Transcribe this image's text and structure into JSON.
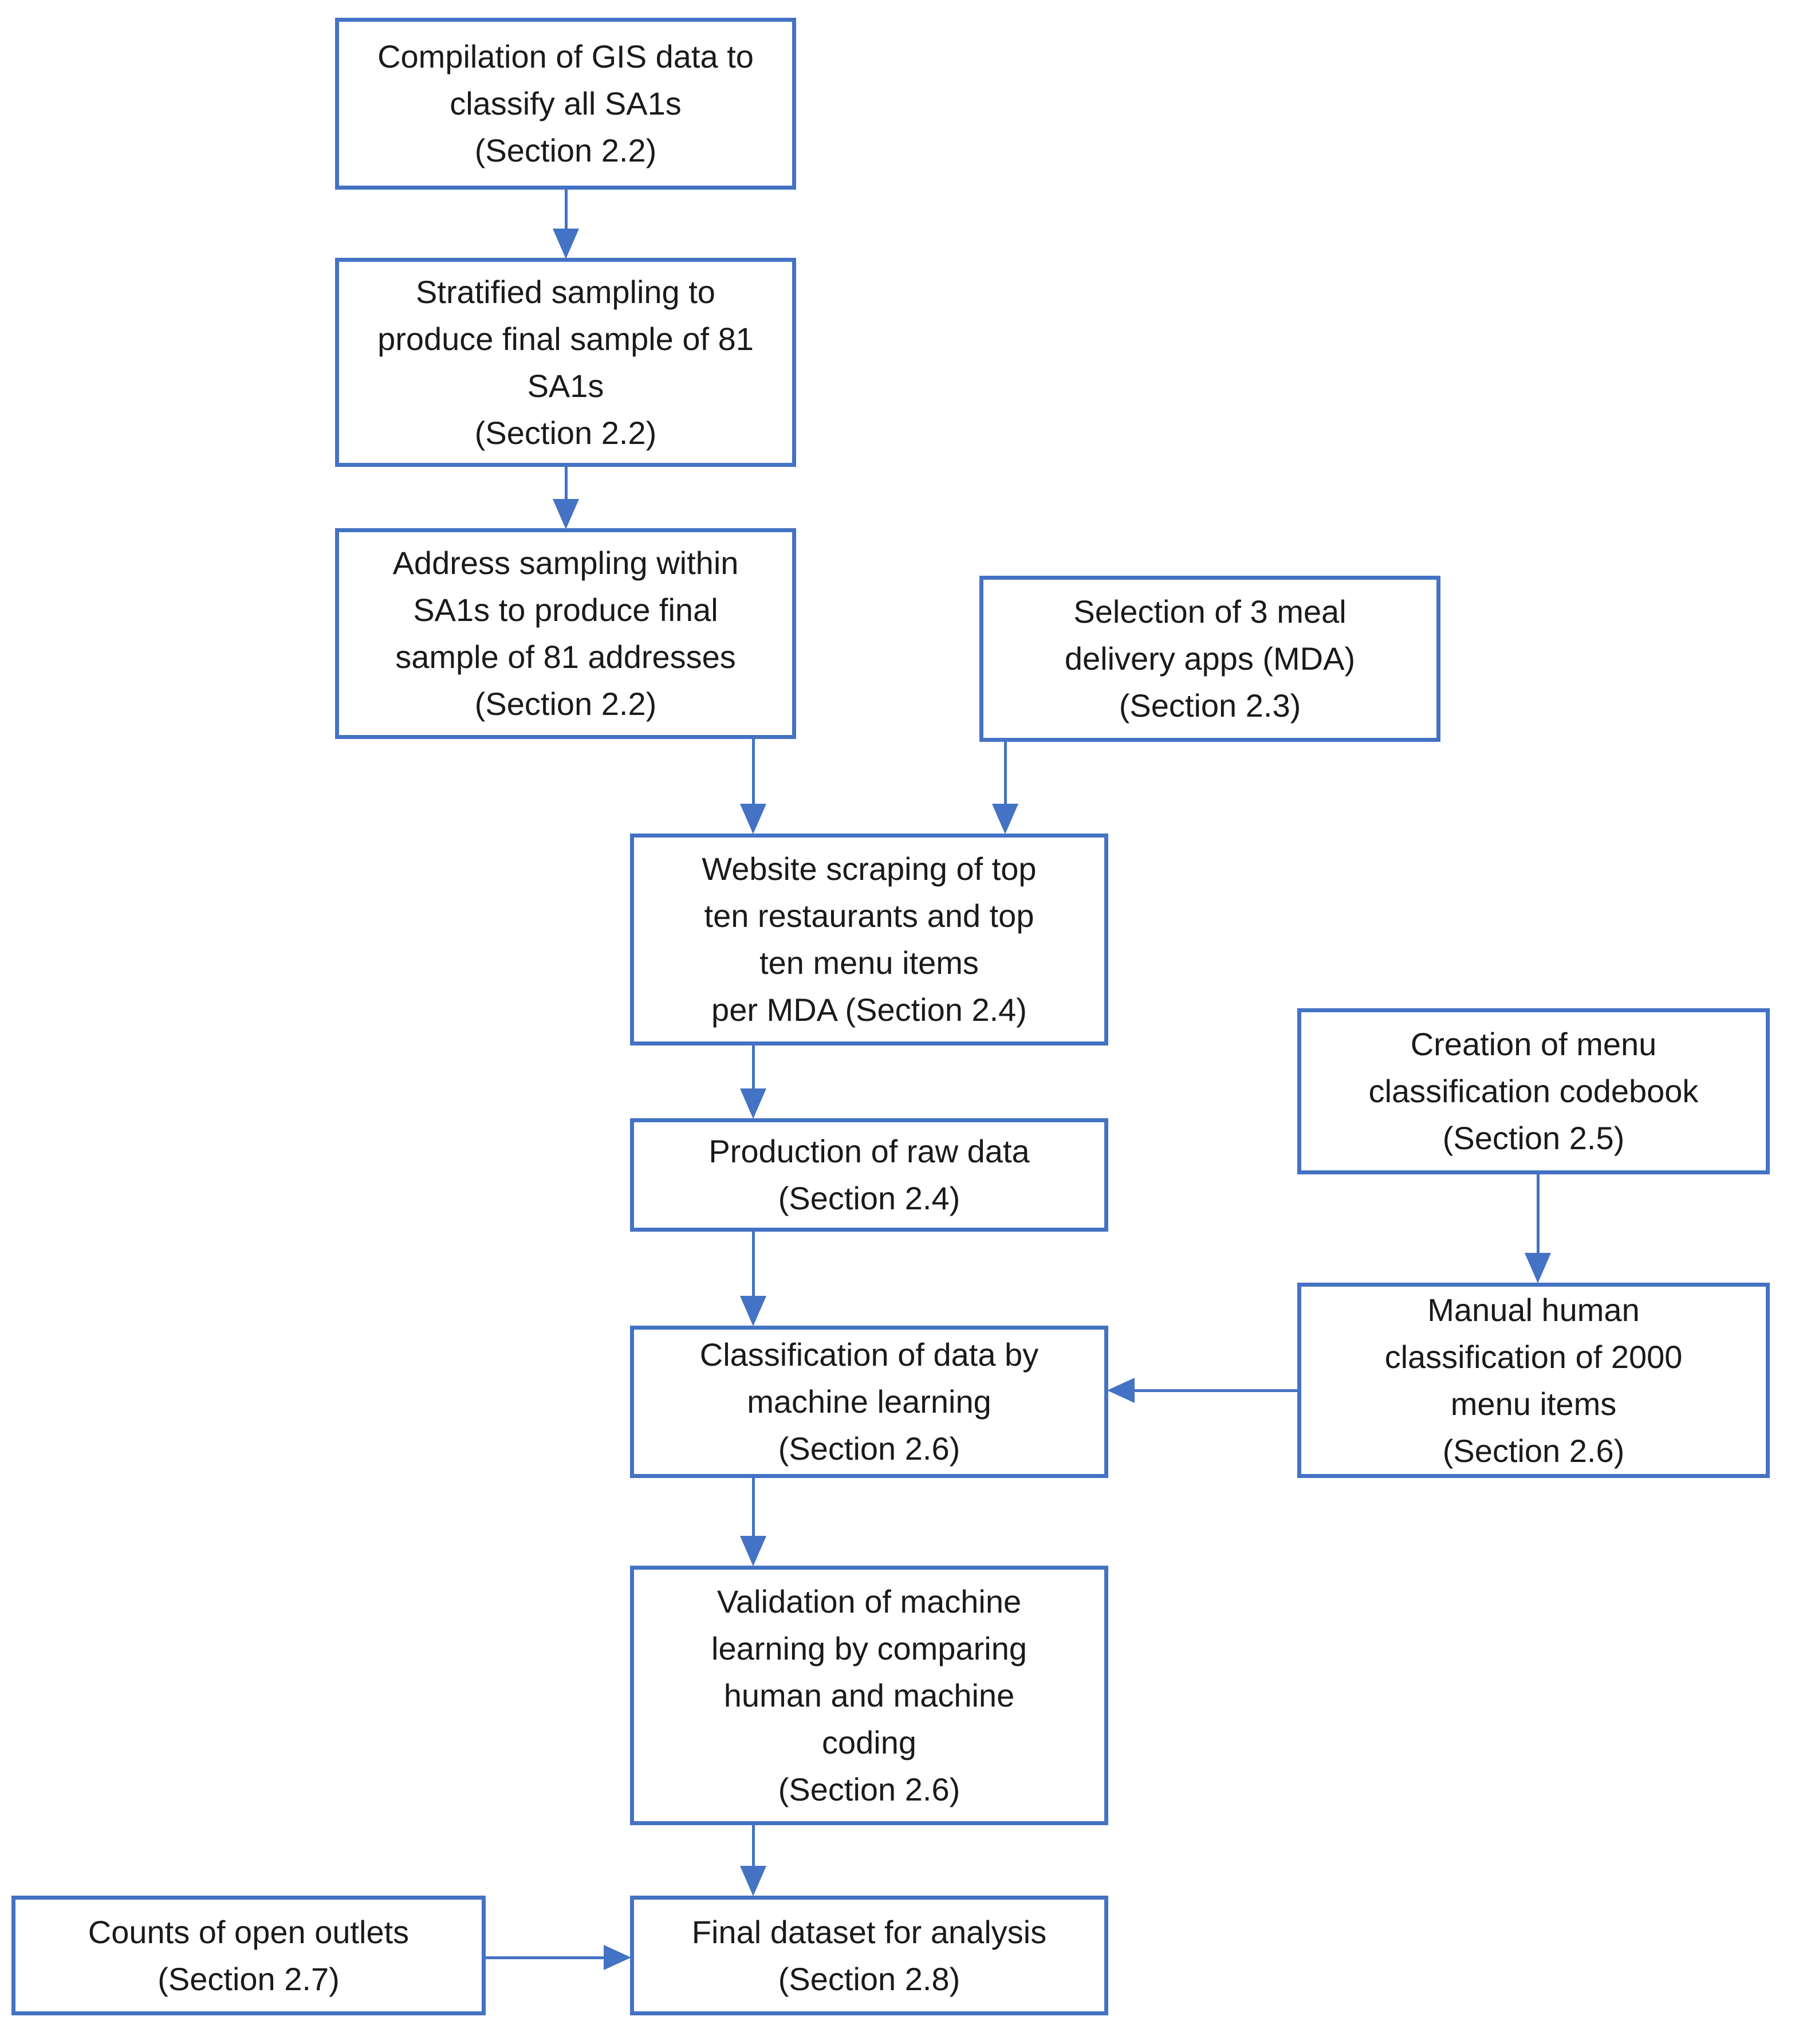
{
  "palette": {
    "accent_blue": "#4472C4",
    "text_color": "#1a1a1a",
    "background": "#ffffff"
  },
  "flowchart": {
    "nodes": {
      "gis_compilation": {
        "label": "Compilation of GIS data to\nclassify all SA1s\n(Section 2.2)"
      },
      "stratified_sampling": {
        "label": "Stratified sampling to\nproduce final sample of 81\nSA1s\n(Section 2.2)"
      },
      "address_sampling": {
        "label": "Address sampling within\nSA1s to produce final\nsample of 81 addresses\n(Section 2.2)"
      },
      "mda_selection": {
        "label": "Selection of 3 meal\ndelivery apps (MDA)\n(Section 2.3)"
      },
      "website_scraping": {
        "label": "Website scraping of top\nten restaurants and top\nten menu items\nper MDA (Section 2.4)"
      },
      "raw_data": {
        "label": "Production of raw data\n(Section 2.4)"
      },
      "codebook_creation": {
        "label": "Creation of menu\nclassification codebook\n(Section 2.5)"
      },
      "ml_classification": {
        "label": "Classification of data by\nmachine learning\n(Section 2.6)"
      },
      "manual_classification": {
        "label": "Manual human\nclassification of 2000\nmenu items\n(Section 2.6)"
      },
      "ml_validation": {
        "label": "Validation of machine\nlearning by comparing\nhuman and machine\ncoding\n(Section 2.6)"
      },
      "open_outlets": {
        "label": "Counts of open outlets\n(Section 2.7)"
      },
      "final_dataset": {
        "label": "Final dataset for analysis\n(Section 2.8)"
      }
    },
    "edges": [
      {
        "from": "gis_compilation",
        "to": "stratified_sampling"
      },
      {
        "from": "stratified_sampling",
        "to": "address_sampling"
      },
      {
        "from": "address_sampling",
        "to": "website_scraping"
      },
      {
        "from": "mda_selection",
        "to": "website_scraping"
      },
      {
        "from": "website_scraping",
        "to": "raw_data"
      },
      {
        "from": "raw_data",
        "to": "ml_classification"
      },
      {
        "from": "codebook_creation",
        "to": "manual_classification"
      },
      {
        "from": "manual_classification",
        "to": "ml_classification"
      },
      {
        "from": "ml_classification",
        "to": "ml_validation"
      },
      {
        "from": "ml_validation",
        "to": "final_dataset"
      },
      {
        "from": "open_outlets",
        "to": "final_dataset"
      }
    ]
  }
}
